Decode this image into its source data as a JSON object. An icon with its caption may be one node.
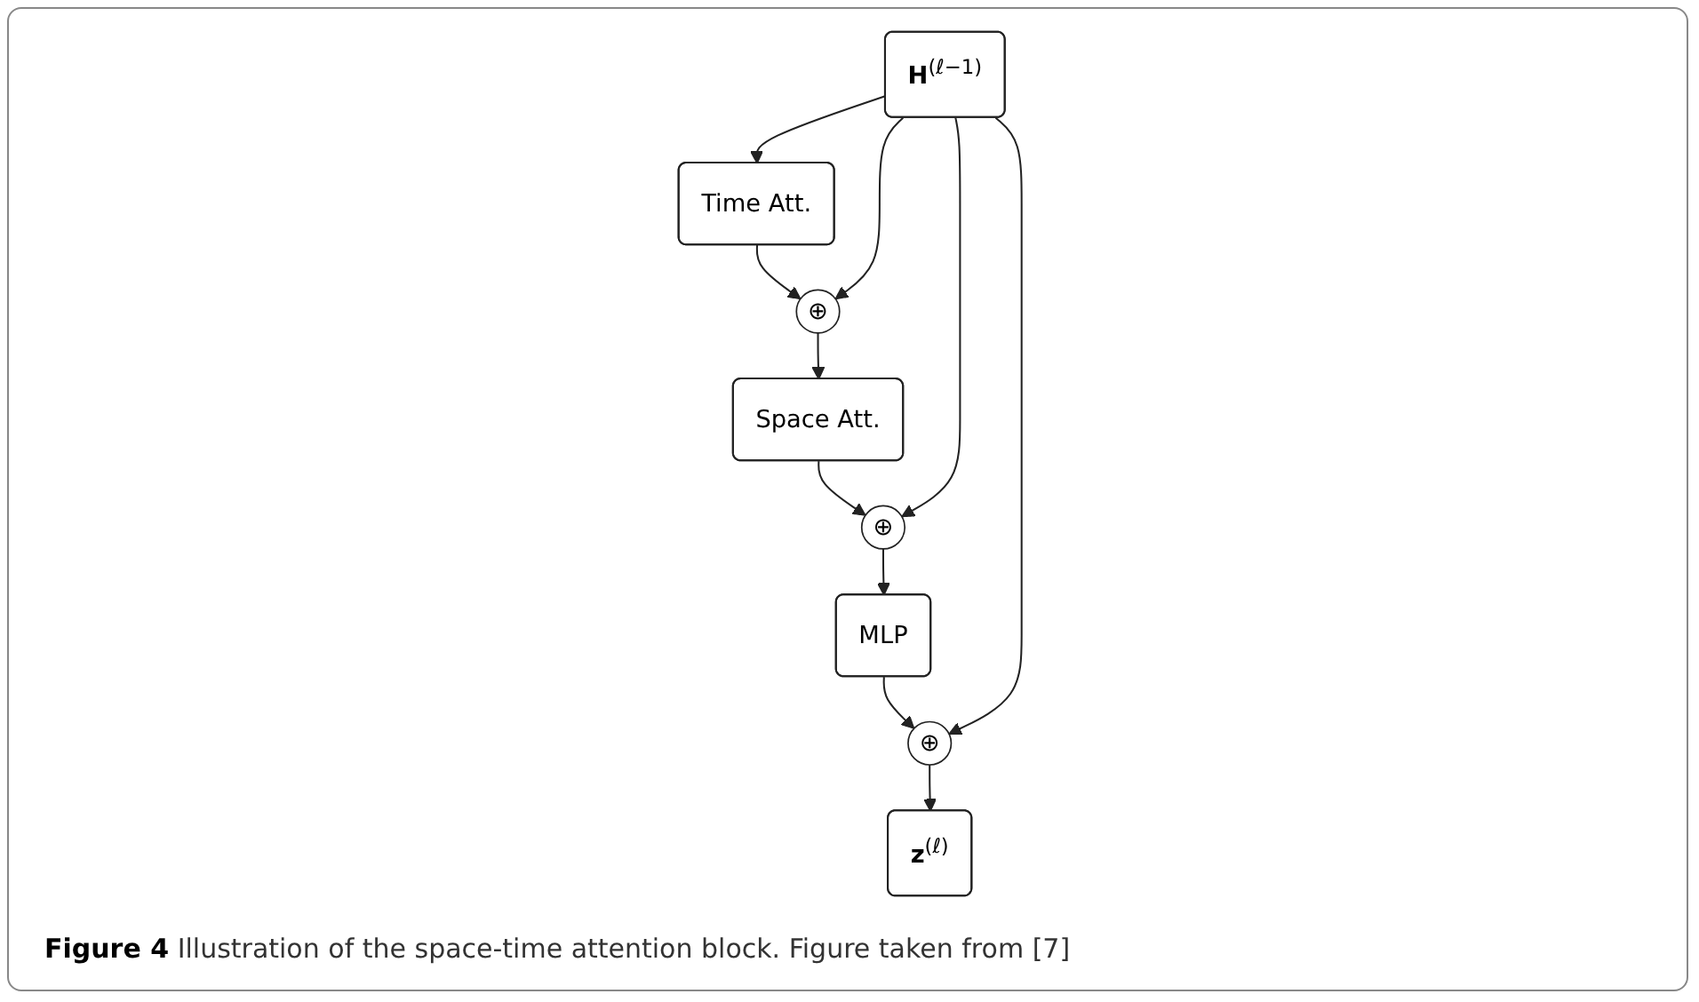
{
  "diagram": {
    "caption": "**Figure 4** Illustration of the space-time attention block. Figure taken from [7]",
    "nodes": [
      {
        "text": [
          "**H**$^{(ℓ−1)}$"
        ]
      },
      {
        "text": [
          "Time Att."
        ]
      },
      {
        "text": [
          "⊕"
        ]
      },
      {
        "text": [
          "Space Att."
        ]
      },
      {
        "text": [
          "⊕"
        ]
      },
      {
        "text": [
          "MLP"
        ]
      },
      {
        "text": [
          "⊕"
        ]
      },
      {
        "text": [
          "**z**$^{(ℓ)}$"
        ]
      }
    ],
    "edges": [
      {
        "from": 0,
        "to": 1,
        "arrow": "to"
      },
      {
        "from": 1,
        "to": 2,
        "arrow": "to"
      },
      {
        "from": 2,
        "to": 3,
        "arrow": "to"
      },
      {
        "from": 3,
        "to": 4,
        "arrow": "to"
      },
      {
        "from": 4,
        "to": 5,
        "arrow": "to"
      },
      {
        "from": 5,
        "to": 6,
        "arrow": "to"
      },
      {
        "from": 6,
        "to": 7,
        "arrow": "to"
      },
      {
        "from": 0,
        "to": 2,
        "arrow": "to"
      },
      {
        "from": 0,
        "to": 4,
        "arrow": "to"
      },
      {
        "from": 0,
        "to": 6,
        "arrow": "to"
      }
    ]
  }
}
